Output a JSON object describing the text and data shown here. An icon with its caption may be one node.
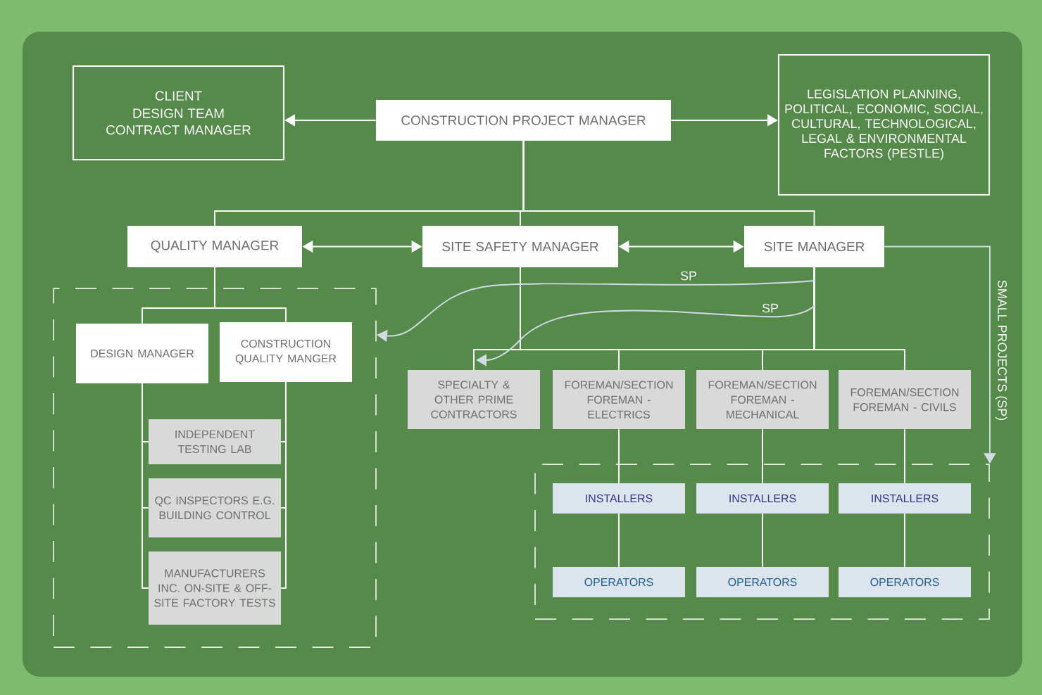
{
  "diagram": {
    "nodes": [
      {
        "text": [
          "CLIENT",
          "DESIGN TEAM",
          "CONTRACT MANAGER"
        ]
      },
      {
        "text": [
          "CONSTRUCTION PROJECT MANAGER"
        ]
      },
      {
        "text": [
          "LEGISLATION PLANNING, POLITICAL, ECONOMIC, SOCIAL, CULTURAL, TECHNOLOGICAL, LEGAL & ENVIRONMENTAL FACTORS (PESTLE)"
        ]
      },
      {
        "text": [
          "QUALITY MANAGER"
        ]
      },
      {
        "text": [
          "SITE SAFETY MANAGER"
        ]
      },
      {
        "text": [
          "SITE MANAGER"
        ]
      },
      {
        "text": [],
        "shape": "box"
      },
      {
        "text": [
          "DESIGN MANAGER"
        ],
        "in": 6
      },
      {
        "text": [
          "CONSTRUCTION QUALITY MANGER"
        ],
        "in": 6
      },
      {
        "text": [
          "INDEPENDENT TESTING LAB"
        ],
        "in": 6
      },
      {
        "text": [
          "QC INSPECTORS E.G. BUILDING CONTROL"
        ],
        "in": 6
      },
      {
        "text": [
          "MANUFACTURERS INC. ON-SITE & OFF-SITE FACTORY TESTS"
        ],
        "in": 6
      },
      {
        "text": [
          "SPECIALTY & OTHER PRIME CONTRACTORS"
        ]
      },
      {
        "text": [
          "FOREMAN/SECTION FOREMAN - ELECTRICS"
        ]
      },
      {
        "text": [
          "FOREMAN/SECTION FOREMAN - MECHANICAL"
        ]
      },
      {
        "text": [
          "FOREMAN/SECTION FOREMAN - CIVILS"
        ]
      },
      {
        "text": [],
        "shape": "box"
      },
      {
        "text": [
          "INSTALLERS"
        ],
        "in": 16
      },
      {
        "text": [
          "INSTALLERS"
        ],
        "in": 16
      },
      {
        "text": [
          "INSTALLERS"
        ],
        "in": 16
      },
      {
        "text": [
          "OPERATORS"
        ],
        "in": 16
      },
      {
        "text": [
          "OPERATORS"
        ],
        "in": 16
      },
      {
        "text": [
          "OPERATORS"
        ],
        "in": 16
      }
    ],
    "edges": [
      {
        "from": 1,
        "to": 0,
        "arrow": "to"
      },
      {
        "from": 1,
        "to": 2,
        "arrow": "to"
      },
      {
        "from": 1,
        "to": 3,
        "arrow": "none"
      },
      {
        "from": 1,
        "to": 4,
        "arrow": "none"
      },
      {
        "from": 1,
        "to": 5,
        "arrow": "none"
      },
      {
        "from": 3,
        "to": 4,
        "arrow": "both"
      },
      {
        "from": 4,
        "to": 5,
        "arrow": "both"
      },
      {
        "from": 3,
        "to": 7,
        "arrow": "none"
      },
      {
        "from": 3,
        "to": 8,
        "arrow": "none"
      },
      {
        "from": 7,
        "to": 9,
        "arrow": "none"
      },
      {
        "from": 7,
        "to": 10,
        "arrow": "none"
      },
      {
        "from": 7,
        "to": 11,
        "arrow": "none"
      },
      {
        "from": 8,
        "to": 9,
        "arrow": "none"
      },
      {
        "from": 8,
        "to": 10,
        "arrow": "none"
      },
      {
        "from": 8,
        "to": 11,
        "arrow": "none"
      },
      {
        "from": 4,
        "to": 12,
        "arrow": "none"
      },
      {
        "from": 4,
        "to": 13,
        "arrow": "none"
      },
      {
        "from": 4,
        "to": 14,
        "arrow": "none"
      },
      {
        "from": 4,
        "to": 15,
        "arrow": "none"
      },
      {
        "from": 5,
        "to": 12,
        "arrow": "none"
      },
      {
        "from": 5,
        "to": 13,
        "arrow": "none"
      },
      {
        "from": 5,
        "to": 14,
        "arrow": "none"
      },
      {
        "from": 5,
        "to": 15,
        "arrow": "none"
      },
      {
        "from": 5,
        "to": 6,
        "arrow": "to",
        "label": "SP",
        "color": "#d3dbe6"
      },
      {
        "from": 5,
        "to": 12,
        "arrow": "to",
        "label": "SP",
        "color": "#d3dbe6"
      },
      {
        "from": 5,
        "to": 16,
        "arrow": "to",
        "label": "SMALL PROJECTS (SP)",
        "color": "#d3dbe6"
      },
      {
        "from": 13,
        "to": 17,
        "arrow": "none"
      },
      {
        "from": 17,
        "to": 20,
        "arrow": "none"
      },
      {
        "from": 14,
        "to": 18,
        "arrow": "none"
      },
      {
        "from": 18,
        "to": 21,
        "arrow": "none"
      },
      {
        "from": 15,
        "to": 19,
        "arrow": "none"
      },
      {
        "from": 19,
        "to": 22,
        "arrow": "none"
      }
    ]
  }
}
